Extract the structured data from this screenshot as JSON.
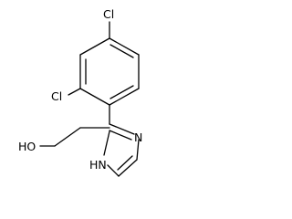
{
  "structure": {
    "atoms": {
      "cl_top": "Cl",
      "cl_left": "Cl",
      "ho": "HO",
      "nh": "HN",
      "n_label_1": "N",
      "n_label_2": "H"
    },
    "line_color": "#000000",
    "background_color": "#ffffff"
  }
}
